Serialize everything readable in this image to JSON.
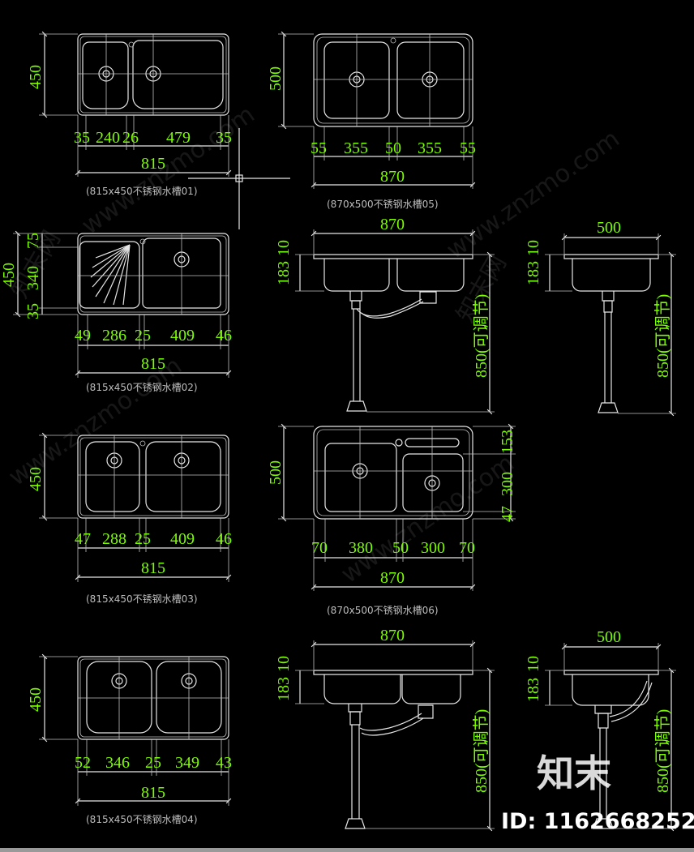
{
  "colors": {
    "background": "#000000",
    "dimension": "#7CFC00",
    "linework": "#e6e6e6",
    "caption": "#bdbdbd"
  },
  "sink01": {
    "height": "450",
    "segments": [
      "35",
      "240",
      "26",
      "479",
      "35"
    ],
    "width": "815",
    "caption": "(815x450不锈钢水槽01)"
  },
  "sink05": {
    "height": "500",
    "segments": [
      "55",
      "355",
      "50",
      "355",
      "55"
    ],
    "width": "870",
    "caption": "(870x500不锈钢水槽05)"
  },
  "sink02": {
    "height": "450",
    "side": [
      "75",
      "340",
      "35"
    ],
    "segments": [
      "49",
      "286",
      "25",
      "409",
      "46"
    ],
    "width": "815",
    "caption": "(815x450不锈钢水槽02)"
  },
  "front1": {
    "width": "870",
    "depth": [
      "183",
      "10"
    ],
    "height": "850(可调节)"
  },
  "side1": {
    "width": "500",
    "depth": [
      "183",
      "10"
    ],
    "height": "850(可调节)"
  },
  "sink03": {
    "height": "450",
    "segments": [
      "47",
      "288",
      "25",
      "409",
      "46"
    ],
    "width": "815",
    "caption": "(815x450不锈钢水槽03)"
  },
  "sink06": {
    "height": "500",
    "side": [
      "153",
      "300",
      "47"
    ],
    "segments": [
      "70",
      "380",
      "50",
      "300",
      "70"
    ],
    "width": "870",
    "caption": "(870x500不锈钢水槽06)"
  },
  "sink04": {
    "height": "450",
    "segments": [
      "52",
      "346",
      "25",
      "349",
      "43"
    ],
    "width": "815",
    "caption": "(815x450不锈钢水槽04)"
  },
  "front2": {
    "width": "870",
    "depth": [
      "183",
      "10"
    ],
    "height": "850(可调节)"
  },
  "side2": {
    "width": "500",
    "depth": [
      "183",
      "10"
    ],
    "height": "850(可调节)"
  },
  "watermark": {
    "site": "www.znzmo.com",
    "brand": "知末网",
    "logo": "知末",
    "id": "ID: 1162668252"
  }
}
